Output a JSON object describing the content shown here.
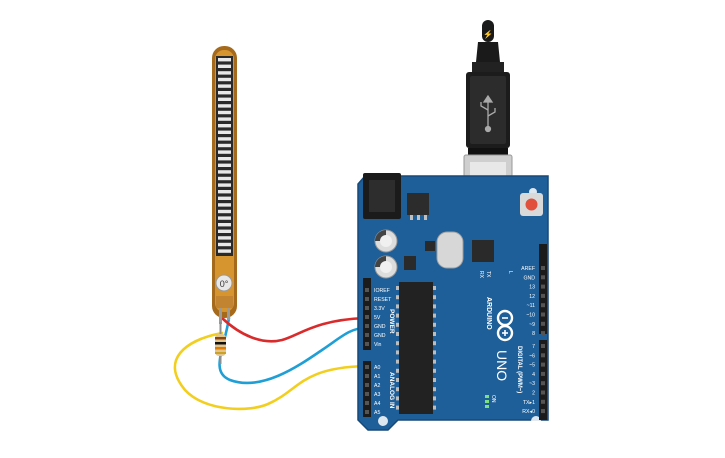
{
  "flex_sensor": {
    "angle_label": "0°"
  },
  "usb": {
    "power_symbol": "⚡"
  },
  "board": {
    "brand": "ARDUINO",
    "model": "UNO",
    "power_header_label": "POWER",
    "analog_header_label": "ANALOG IN",
    "digital_header_label": "DIGITAL (PWM~)",
    "on_label": "ON",
    "tx_label": "TX",
    "rx_label": "RX",
    "l_label": "L",
    "power_pins": [
      "IOREF",
      "RESET",
      "3.3V",
      "5V",
      "GND",
      "GND",
      "Vin"
    ],
    "analog_pins": [
      "A0",
      "A1",
      "A2",
      "A3",
      "A4",
      "A5"
    ],
    "digital_pins_top": [
      "AREF",
      "GND",
      "13",
      "12",
      "~11",
      "~10",
      "~9",
      "8"
    ],
    "digital_pins_bottom": [
      "7",
      "~6",
      "~5",
      "4",
      "~3",
      "2",
      "TX▸1",
      "RX◂0"
    ]
  },
  "wires": {
    "power_color": "#d92b2b",
    "ground_color": "#1f9fd6",
    "signal_color": "#f2cf1f"
  }
}
